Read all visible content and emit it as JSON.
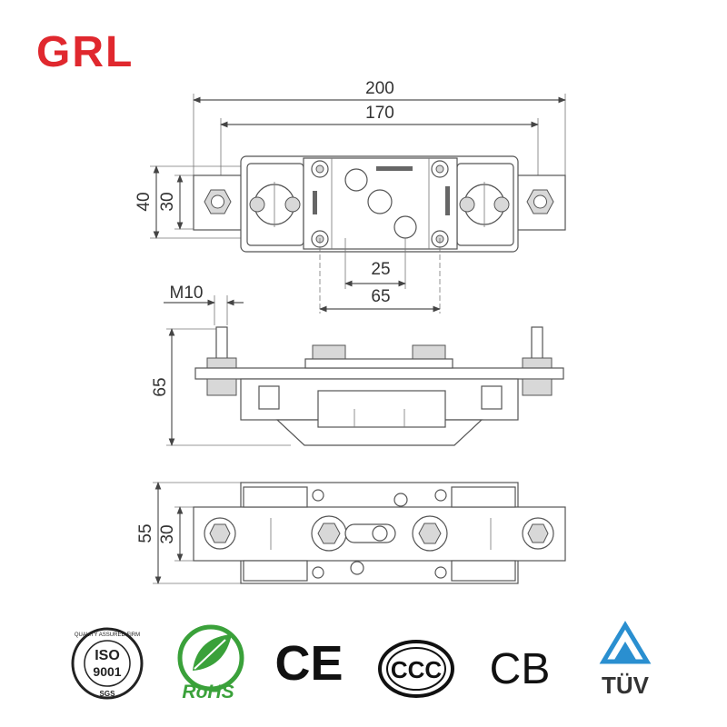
{
  "brand": {
    "logo_text": "GRL",
    "color": "#e0282e"
  },
  "top_view": {
    "dim_total_width": "200",
    "dim_body_width": "170",
    "dim_height_outer": "40",
    "dim_height_inner": "30",
    "dim_hole_spacing": "25",
    "dim_hole_span": "65"
  },
  "side_view": {
    "dim_bolt": "M10",
    "dim_height": "65"
  },
  "bottom_view": {
    "dim_height_outer": "55",
    "dim_height_inner": "30"
  },
  "certifications": [
    {
      "name": "iso9001",
      "text_main": "ISO",
      "text_sub": "9001",
      "text_ring": "QUALITY ASSURED FIRM",
      "text_base": "SGS"
    },
    {
      "name": "rohs",
      "text_main": "RoHS",
      "color": "#3aa13a"
    },
    {
      "name": "ce",
      "text_main": "CE"
    },
    {
      "name": "ccc",
      "text_main": "CCC"
    },
    {
      "name": "cb",
      "text_main": "CB"
    },
    {
      "name": "tuv",
      "text_main": "TÜV",
      "color": "#2a8fd0"
    }
  ]
}
